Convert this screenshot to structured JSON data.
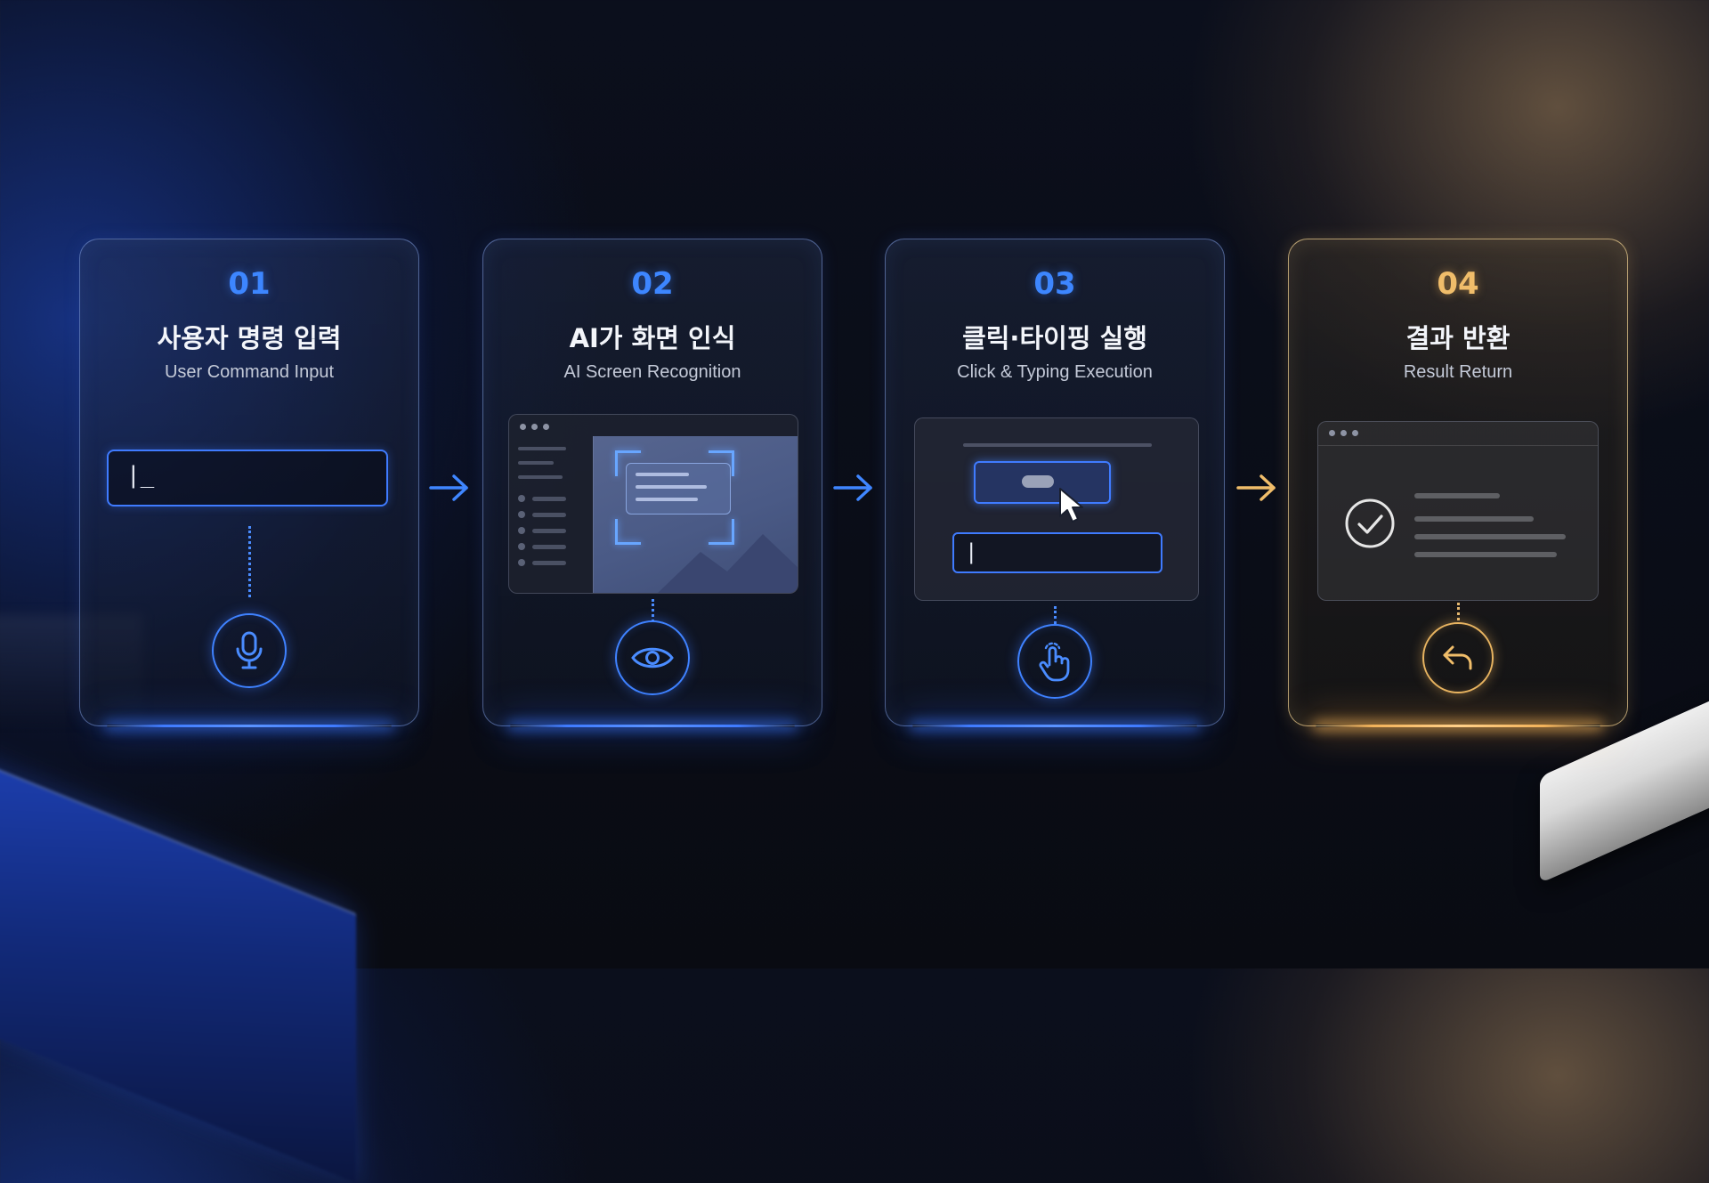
{
  "steps": [
    {
      "number": "01",
      "title": "사용자 명령 입력",
      "subtitle": "User Command Input",
      "input_text": "|_",
      "icon": "microphone-icon"
    },
    {
      "number": "02",
      "title": "AI가 화면 인식",
      "subtitle": "AI Screen Recognition",
      "icon": "eye-icon"
    },
    {
      "number": "03",
      "title": "클릭·타이핑 실행",
      "subtitle": "Click & Typing Execution",
      "input_text": "|",
      "icon": "tap-hand-icon"
    },
    {
      "number": "04",
      "title": "결과 반환",
      "subtitle": "Result Return",
      "icon": "return-arrow-icon"
    }
  ],
  "colors": {
    "accent_blue": "#3f7bff",
    "accent_gold": "#f0bd6a",
    "background": "#0a0d17"
  }
}
